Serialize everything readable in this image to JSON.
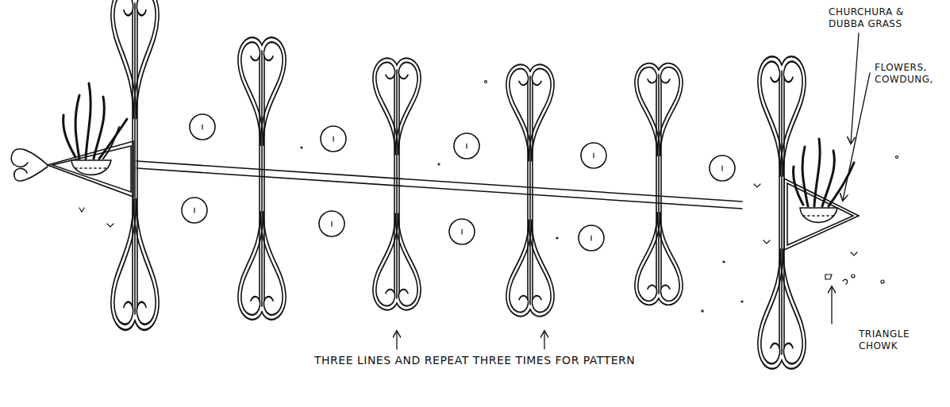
{
  "diagram": {
    "labels": [
      "CHURCHURA & DUBBA GRASS",
      "FLOWERS, COWDUNG,",
      "THREE LINES AND REPEAT THREE TIMES FOR PATTERN",
      "TRIANGLE CHOWK"
    ]
  }
}
